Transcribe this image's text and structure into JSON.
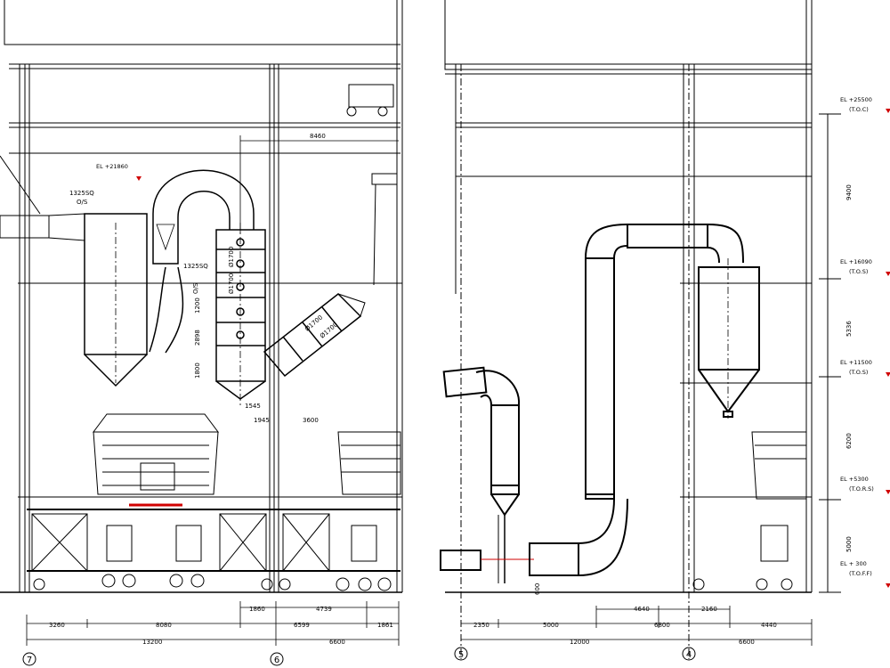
{
  "elevations": [
    {
      "name": "EL +25500",
      "sub": "(T.O.C)"
    },
    {
      "name": "EL +16090",
      "sub": "(T.O.S)"
    },
    {
      "name": "EL +11500",
      "sub": "(T.O.S)"
    },
    {
      "name": "EL +5300",
      "sub": "(T.O.R.S)"
    },
    {
      "name": "EL + 300",
      "sub": "(T.O.F.F)"
    }
  ],
  "el_left": "EL +21860",
  "vertical_dims": [
    "9400",
    "5336",
    "6200",
    "5000"
  ],
  "left_sheet": {
    "dims_top": [
      "8460"
    ],
    "duct_labels": [
      "1325SQ",
      "O/S",
      "1325SQ",
      "O/S"
    ],
    "vessel_dims": [
      "1200",
      "2898",
      "1800",
      "1545"
    ],
    "bottom_dims_row1": [
      "3260",
      "8080",
      "1860",
      "4739",
      "1861"
    ],
    "bottom_dims_row2": [
      "6599"
    ],
    "bottom_dims_row3": [
      "13200",
      "6600"
    ],
    "mid_dims": [
      "1945",
      "3600"
    ],
    "pipe_dias": [
      "Ø1700",
      "Ø1700",
      "Ø1700",
      "Ø1700"
    ],
    "axes": [
      "7",
      "6"
    ]
  },
  "right_sheet": {
    "dims_row1": [
      "4640",
      "2160"
    ],
    "dims_row2": [
      "2350",
      "5000",
      "6800",
      "4440"
    ],
    "dims_row3": [
      "12000",
      "6600"
    ],
    "small_dim": "600",
    "axes": [
      "5",
      "4"
    ]
  },
  "colors": {
    "line": "#000000",
    "elev_marker": "#d00000",
    "centerline": "#d00000"
  }
}
